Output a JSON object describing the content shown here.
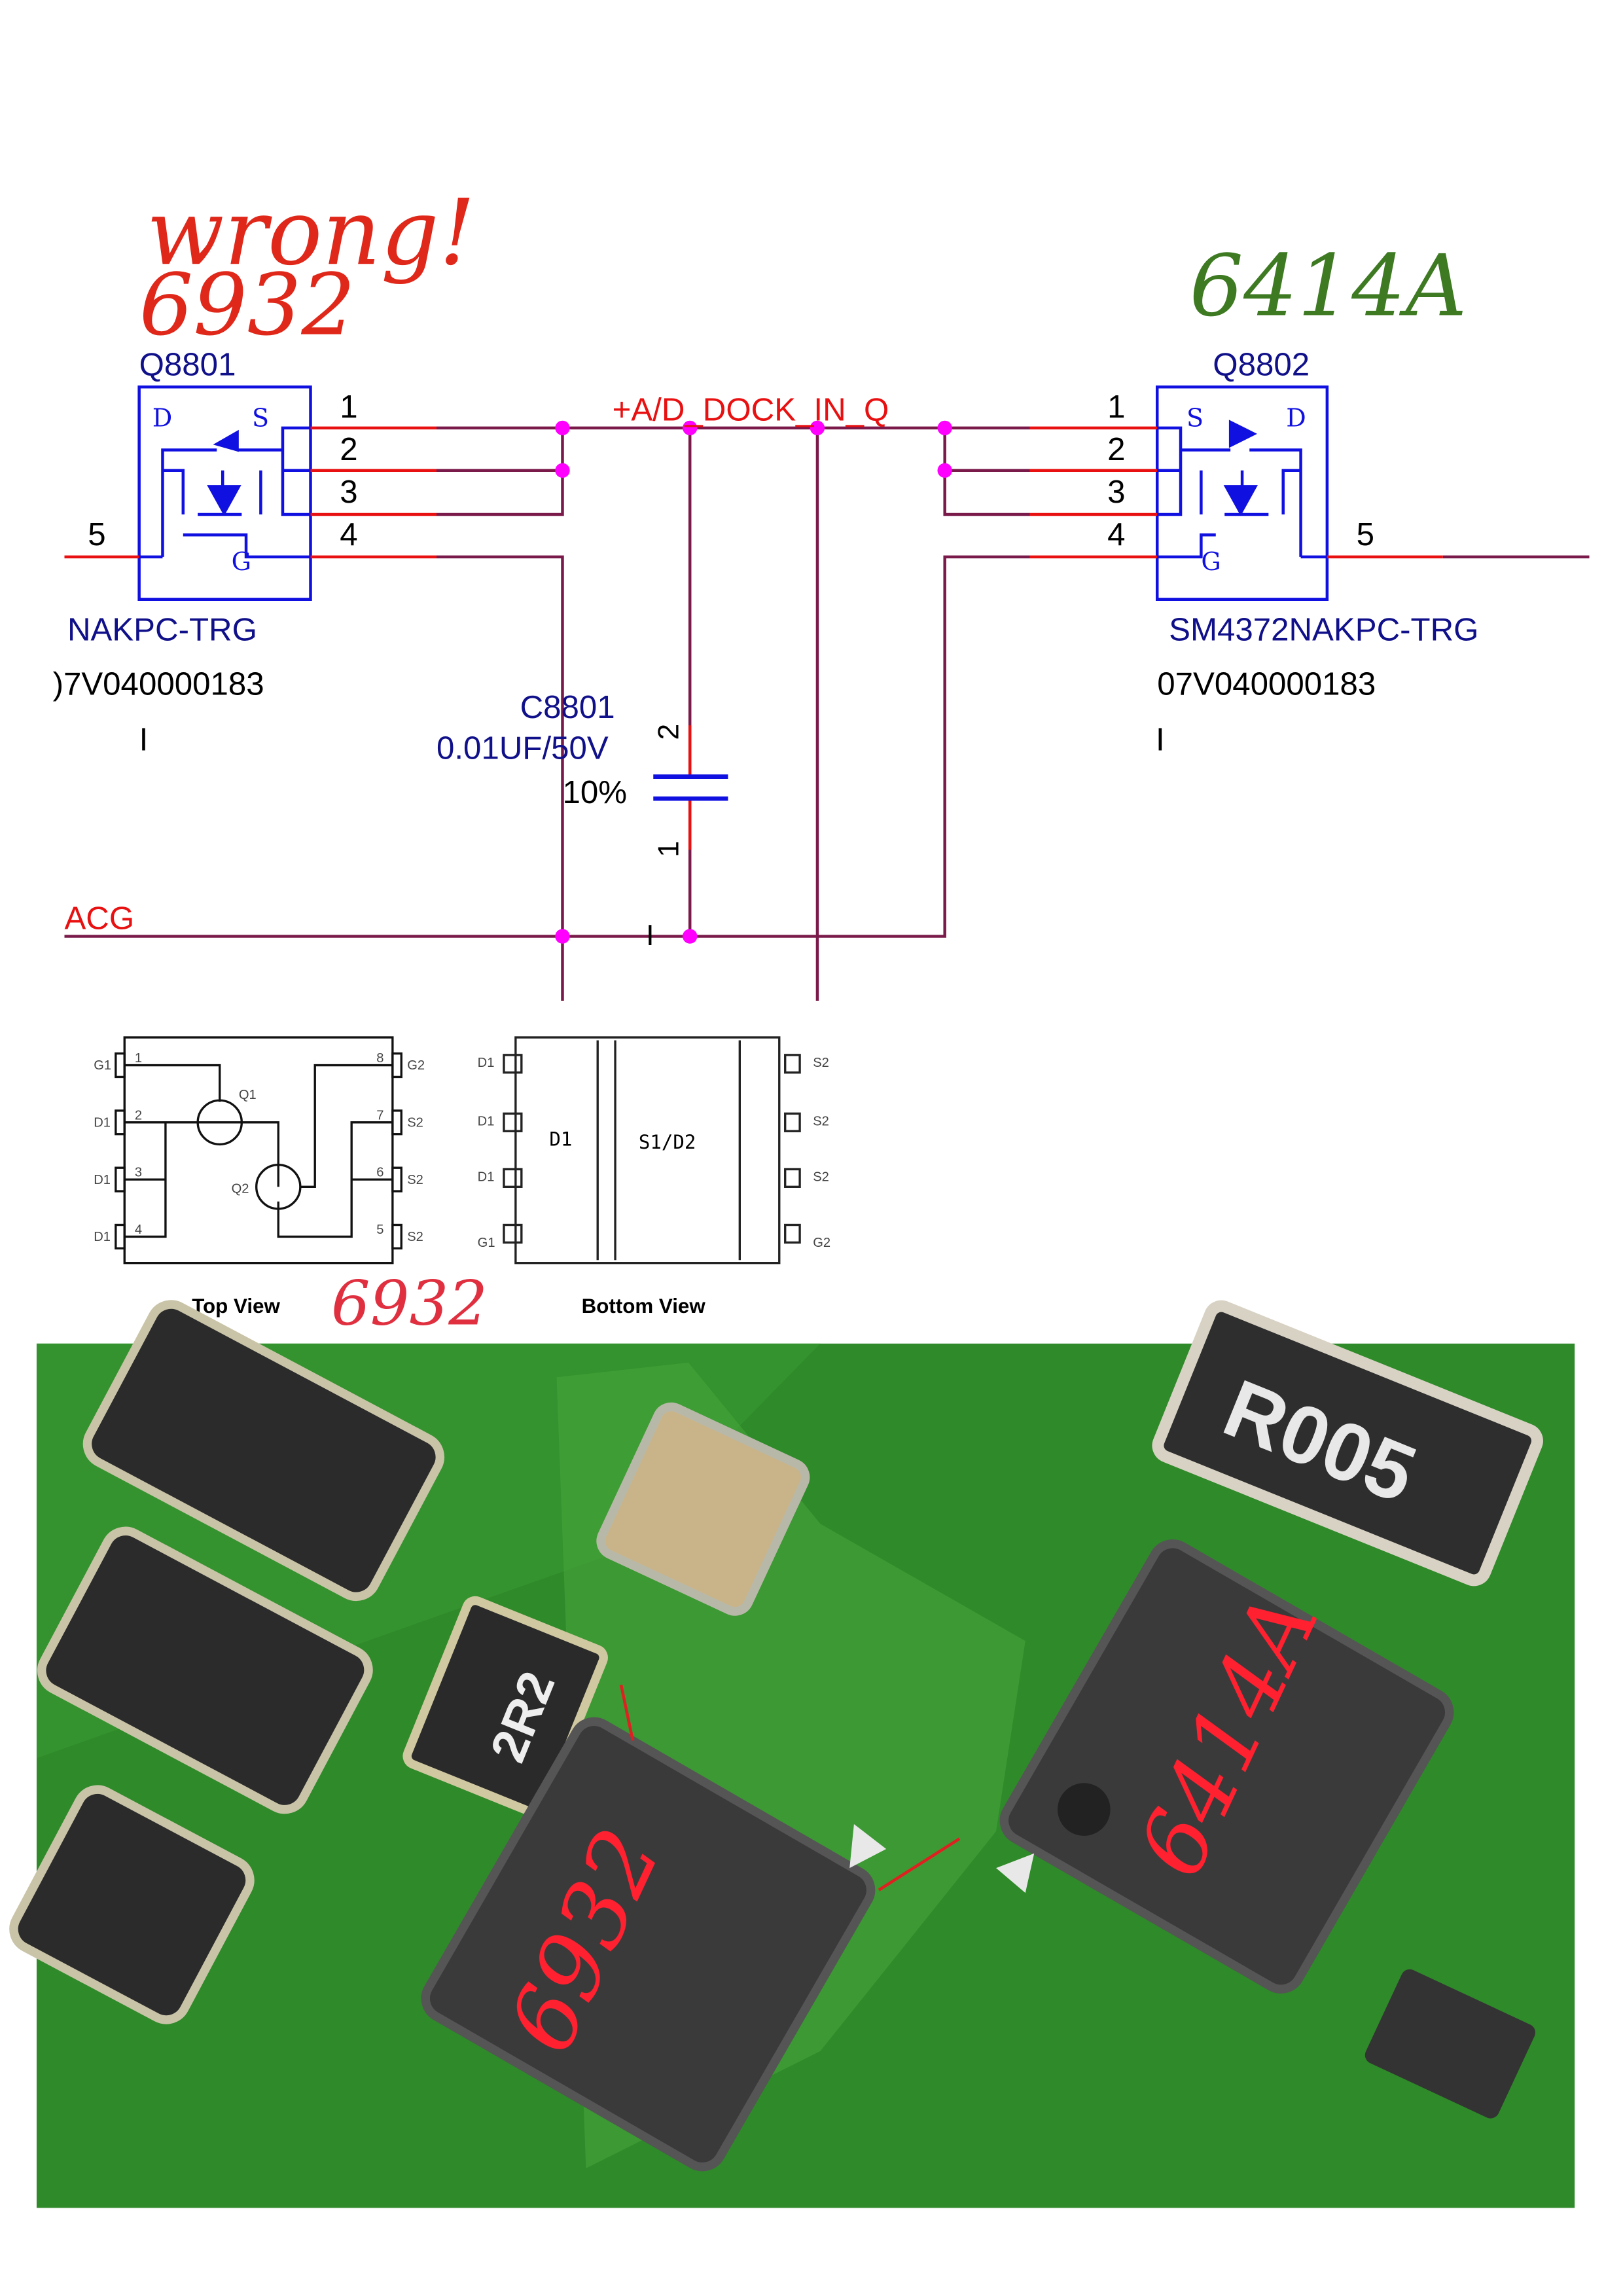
{
  "annotations": {
    "wrong": "wrong!",
    "wrong_part": "6932",
    "right_part": "6414A",
    "datasheet_part": "6932",
    "photo_left": "6932",
    "photo_right": "6414A"
  },
  "q8801": {
    "ref": "Q8801",
    "part": "NAKPC-TRG",
    "code": ")7V040000183",
    "mark": "I",
    "pins": [
      "1",
      "2",
      "3",
      "4",
      "5"
    ],
    "d": "D",
    "s": "S",
    "g": "G"
  },
  "q8802": {
    "ref": "Q8802",
    "part": "SM4372NAKPC-TRG",
    "code": "07V040000183",
    "mark": "I",
    "pins": [
      "1",
      "2",
      "3",
      "4",
      "5"
    ],
    "d": "D",
    "s": "S",
    "g": "G"
  },
  "net": {
    "dock": "+A/D_DOCK_IN_Q",
    "acg": "ACG",
    "acg_mark": "I"
  },
  "c8801": {
    "ref": "C8801",
    "value": "0.01UF/50V",
    "tol": "10%",
    "pin2": "2",
    "pin1": "1"
  },
  "package": {
    "top_view": "Top View",
    "bottom_view": "Bottom View",
    "left_pins": [
      "G1",
      "D1",
      "D1",
      "D1"
    ],
    "right_pins": [
      "G2",
      "S2",
      "S2",
      "S2"
    ],
    "left_nums": [
      "1",
      "2",
      "3",
      "4"
    ],
    "right_nums": [
      "8",
      "7",
      "6",
      "5"
    ],
    "q1": "Q1",
    "q2": "Q2",
    "bottom_left": [
      "D1",
      "D1",
      "D1",
      "G1"
    ],
    "bottom_right": [
      "S2",
      "S2",
      "S2",
      "G2"
    ],
    "pad_d1": "D1",
    "pad_s1d2": "S1/D2"
  },
  "photo": {
    "resistor_big": "R005",
    "resistor_small": "2R2"
  },
  "colors": {
    "wire": "#7a1a4a",
    "wire_red": "#e81010",
    "junction": "#ff00ff",
    "symbol": "#1010e0",
    "label": "#10108a",
    "handwrite_red": "#e0281a",
    "handwrite_green": "#3e7a22",
    "pcb": "#2f8a2a"
  }
}
